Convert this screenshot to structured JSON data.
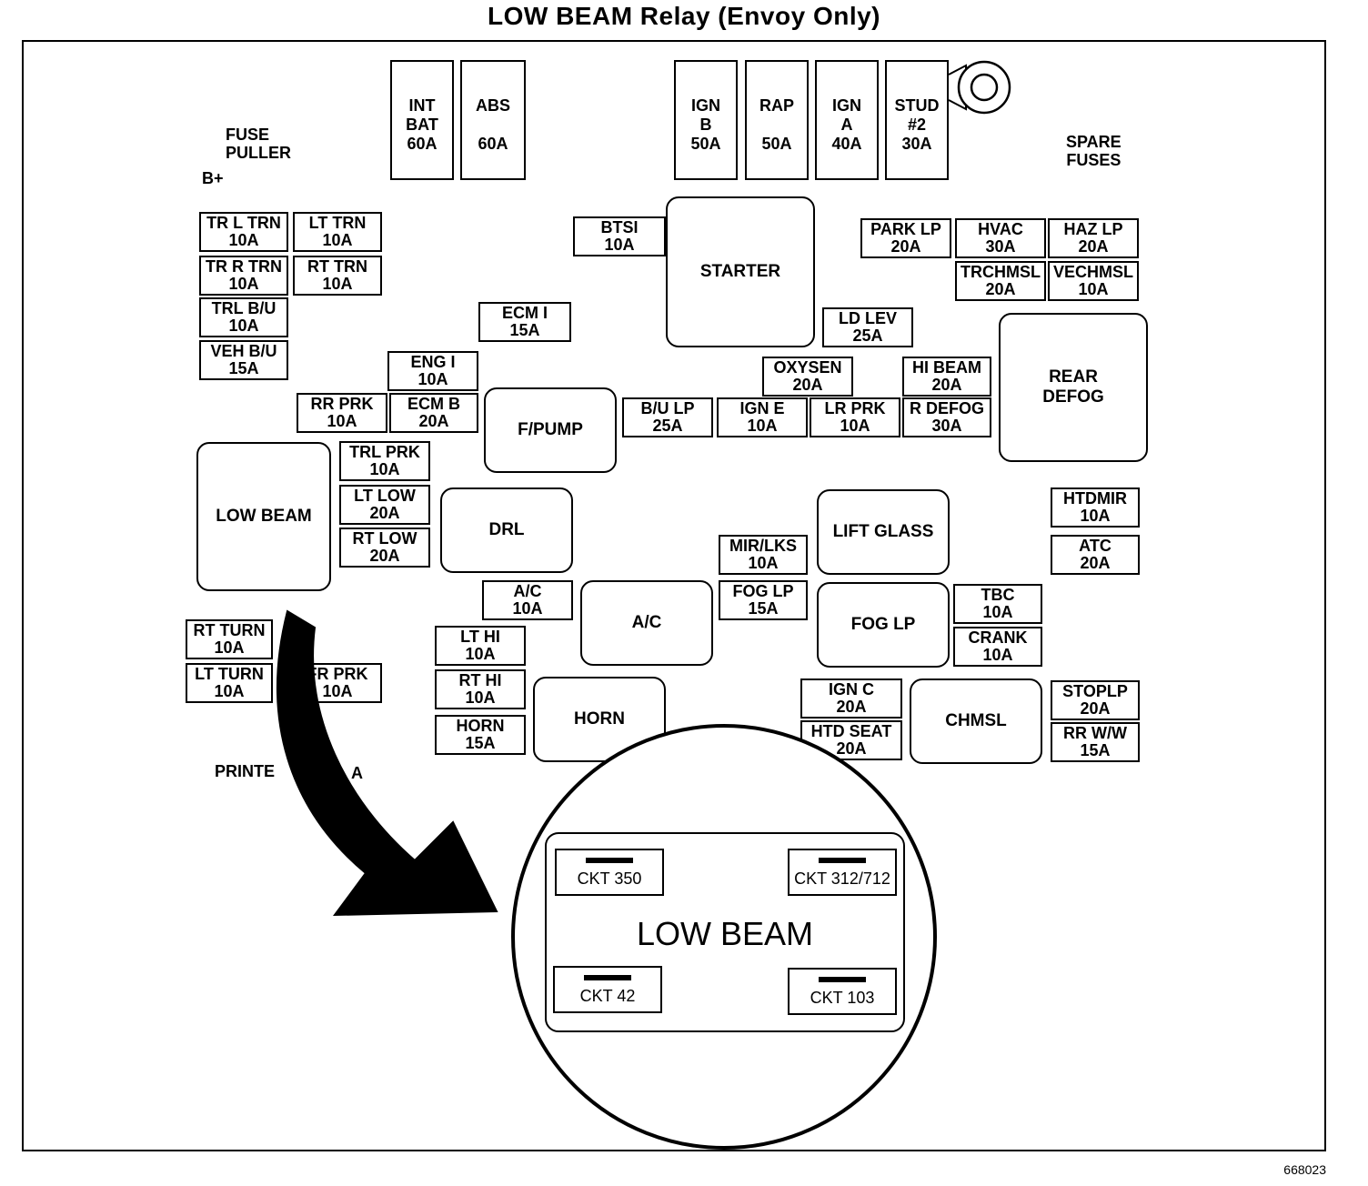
{
  "title": "LOW BEAM Relay (Envoy Only)",
  "figure_number": "668023",
  "labels": {
    "fuse_puller": [
      "FUSE",
      "PULLER"
    ],
    "b_plus": "B+",
    "spare_fuses": [
      "SPARE",
      "FUSES"
    ],
    "printed": "PRINTE",
    "printed_tail": "A"
  },
  "tall_fuses": [
    {
      "lines": [
        "INT",
        "BAT",
        "60A"
      ]
    },
    {
      "lines": [
        "ABS",
        "",
        "60A"
      ]
    },
    {
      "lines": [
        "IGN",
        "B",
        "50A"
      ]
    },
    {
      "lines": [
        "RAP",
        "",
        "50A"
      ]
    },
    {
      "lines": [
        "IGN",
        "A",
        "40A"
      ]
    },
    {
      "lines": [
        "STUD",
        "#2",
        "30A"
      ]
    }
  ],
  "fuses": [
    {
      "id": "tr-l-trn",
      "lines": [
        "TR L TRN",
        "10A"
      ]
    },
    {
      "id": "lt-trn",
      "lines": [
        "LT TRN",
        "10A"
      ]
    },
    {
      "id": "tr-r-trn",
      "lines": [
        "TR R TRN",
        "10A"
      ]
    },
    {
      "id": "rt-trn",
      "lines": [
        "RT TRN",
        "10A"
      ]
    },
    {
      "id": "trl-bu",
      "lines": [
        "TRL B/U",
        "10A"
      ]
    },
    {
      "id": "veh-bu",
      "lines": [
        "VEH B/U",
        "15A"
      ]
    },
    {
      "id": "btsi",
      "lines": [
        "BTSI",
        "10A"
      ]
    },
    {
      "id": "ecm-i",
      "lines": [
        "ECM I",
        "15A"
      ]
    },
    {
      "id": "eng-i",
      "lines": [
        "ENG I",
        "10A"
      ]
    },
    {
      "id": "rr-prk",
      "lines": [
        "RR PRK",
        "10A"
      ]
    },
    {
      "id": "ecm-b",
      "lines": [
        "ECM B",
        "20A"
      ]
    },
    {
      "id": "park-lp",
      "lines": [
        "PARK LP",
        "20A"
      ]
    },
    {
      "id": "hvac",
      "lines": [
        "HVAC",
        "30A"
      ]
    },
    {
      "id": "haz-lp",
      "lines": [
        "HAZ LP",
        "20A"
      ]
    },
    {
      "id": "trchmsl",
      "lines": [
        "TRCHMSL",
        "20A"
      ]
    },
    {
      "id": "vechmsl",
      "lines": [
        "VECHMSL",
        "10A"
      ]
    },
    {
      "id": "ld-lev",
      "lines": [
        "LD LEV",
        "25A"
      ]
    },
    {
      "id": "oxysen",
      "lines": [
        "OXYSEN",
        "20A"
      ]
    },
    {
      "id": "hi-beam",
      "lines": [
        "HI BEAM",
        "20A"
      ]
    },
    {
      "id": "bu-lp",
      "lines": [
        "B/U LP",
        "25A"
      ]
    },
    {
      "id": "ign-e",
      "lines": [
        "IGN E",
        "10A"
      ]
    },
    {
      "id": "lr-prk",
      "lines": [
        "LR PRK",
        "10A"
      ]
    },
    {
      "id": "r-defog",
      "lines": [
        "R DEFOG",
        "30A"
      ]
    },
    {
      "id": "trl-prk",
      "lines": [
        "TRL PRK",
        "10A"
      ]
    },
    {
      "id": "lt-low",
      "lines": [
        "LT LOW",
        "20A"
      ]
    },
    {
      "id": "rt-low",
      "lines": [
        "RT LOW",
        "20A"
      ]
    },
    {
      "id": "htdmir",
      "lines": [
        "HTDMIR",
        "10A"
      ]
    },
    {
      "id": "atc",
      "lines": [
        "ATC",
        "20A"
      ]
    },
    {
      "id": "mir-lks",
      "lines": [
        "MIR/LKS",
        "10A"
      ]
    },
    {
      "id": "ac-fuse",
      "lines": [
        "A/C",
        "10A"
      ]
    },
    {
      "id": "fog-lp-fuse",
      "lines": [
        "FOG LP",
        "15A"
      ]
    },
    {
      "id": "tbc",
      "lines": [
        "TBC",
        "10A"
      ]
    },
    {
      "id": "crank",
      "lines": [
        "CRANK",
        "10A"
      ]
    },
    {
      "id": "rt-turn",
      "lines": [
        "RT TURN",
        "10A"
      ]
    },
    {
      "id": "lt-turn",
      "lines": [
        "LT TURN",
        "10A"
      ]
    },
    {
      "id": "fr-prk",
      "lines": [
        "FR PRK",
        "10A"
      ]
    },
    {
      "id": "lt-hi",
      "lines": [
        "LT HI",
        "10A"
      ]
    },
    {
      "id": "rt-hi",
      "lines": [
        "RT HI",
        "10A"
      ]
    },
    {
      "id": "horn-fuse",
      "lines": [
        "HORN",
        "15A"
      ]
    },
    {
      "id": "ign-c",
      "lines": [
        "IGN C",
        "20A"
      ]
    },
    {
      "id": "htd-seat",
      "lines": [
        "HTD SEAT",
        "20A"
      ]
    },
    {
      "id": "stoplp",
      "lines": [
        "STOPLP",
        "20A"
      ]
    },
    {
      "id": "rr-ww",
      "lines": [
        "RR W/W",
        "15A"
      ]
    }
  ],
  "relays": [
    {
      "id": "starter",
      "lines": [
        "STARTER"
      ]
    },
    {
      "id": "rear-defog",
      "lines": [
        "REAR",
        "DEFOG"
      ]
    },
    {
      "id": "f-pump",
      "lines": [
        "F/PUMP"
      ]
    },
    {
      "id": "low-beam",
      "lines": [
        "LOW BEAM"
      ]
    },
    {
      "id": "drl",
      "lines": [
        "DRL"
      ]
    },
    {
      "id": "lift-glass",
      "lines": [
        "LIFT GLASS"
      ]
    },
    {
      "id": "ac-relay",
      "lines": [
        "A/C"
      ]
    },
    {
      "id": "fog-lp-relay",
      "lines": [
        "FOG LP"
      ]
    },
    {
      "id": "horn-relay",
      "lines": [
        "HORN"
      ]
    },
    {
      "id": "chmsl",
      "lines": [
        "CHMSL"
      ]
    }
  ],
  "detail": {
    "name": "LOW BEAM",
    "terminals": [
      "CKT 350",
      "CKT 312/712",
      "CKT 42",
      "CKT 103"
    ]
  }
}
